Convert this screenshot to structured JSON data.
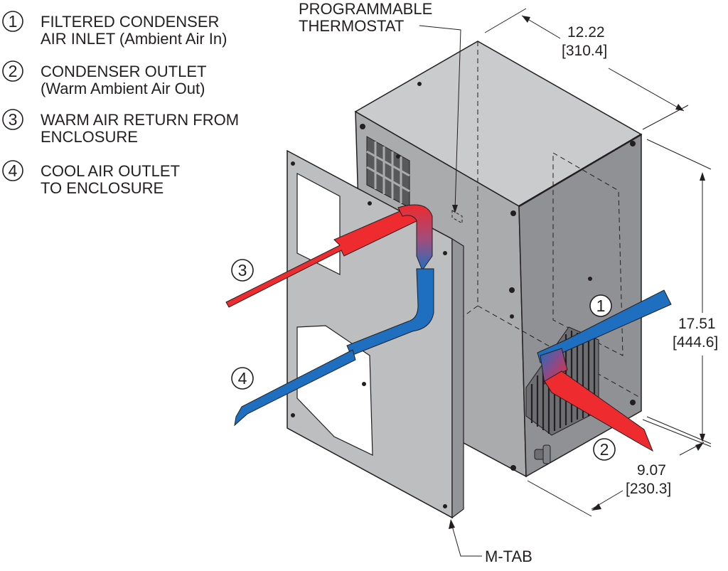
{
  "legend": {
    "items": [
      {
        "number": "1",
        "line1": "FILTERED CONDENSER",
        "line2": "AIR INLET (Ambient Air In)"
      },
      {
        "number": "2",
        "line1": "CONDENSER OUTLET",
        "line2": "(Warm Ambient Air Out)"
      },
      {
        "number": "3",
        "line1": "WARM AIR RETURN FROM",
        "line2": "ENCLOSURE"
      },
      {
        "number": "4",
        "line1": "COOL AIR OUTLET",
        "line2": "TO ENCLOSURE"
      }
    ]
  },
  "callouts": {
    "thermostat": {
      "line1": "PROGRAMMABLE",
      "line2": "THERMOSTAT"
    },
    "mtab": "M-TAB"
  },
  "dimensions": {
    "depth": {
      "value": "12.22",
      "metric": "[310.4]"
    },
    "height": {
      "value": "17.51",
      "metric": "[444.6]"
    },
    "width": {
      "value": "9.07",
      "metric": "[230.3]"
    }
  },
  "flow_markers": {
    "inlet": "1",
    "outlet": "2",
    "return": "3",
    "cool": "4"
  },
  "colors": {
    "warm": "#ee2b2f",
    "cool": "#1f6fc0",
    "line": "#231f20",
    "panel_front": "#a9abad",
    "panel_side": "#8f9195",
    "panel_top": "#c9cbcd",
    "mount_plate": "#bcbec0"
  }
}
